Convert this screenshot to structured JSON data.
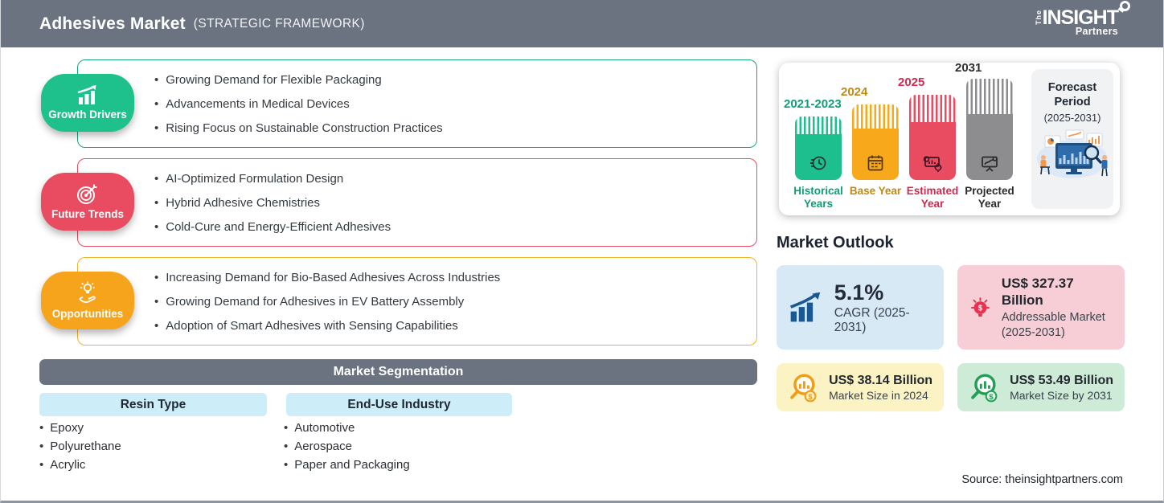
{
  "header": {
    "title": "Adhesives Market",
    "subtitle": "(STRATEGIC FRAMEWORK)",
    "logo": {
      "the": "The",
      "insight": "INSIGHT",
      "partners": "Partners"
    }
  },
  "framework": {
    "sections": [
      {
        "label": "Growth Drivers",
        "accent": "#1ec18c",
        "border": "#17a57d",
        "items": [
          "Growing Demand for Flexible Packaging",
          "Advancements in Medical Devices",
          "Rising Focus on Sustainable Construction Practices"
        ]
      },
      {
        "label": "Future Trends",
        "accent": "#e94b60",
        "border": "#e94b60",
        "items": [
          "AI-Optimized Formulation Design",
          "Hybrid Adhesive Chemistries",
          "Cold-Cure and Energy-Efficient Adhesives"
        ]
      },
      {
        "label": "Opportunities",
        "accent": "#f7a41d",
        "border": "#f2b32c",
        "items": [
          "Increasing Demand for Bio-Based Adhesives Across Industries",
          "Growing Demand for Adhesives in EV Battery Assembly",
          "Adoption of Smart Adhesives with Sensing Capabilities"
        ]
      }
    ]
  },
  "segmentation": {
    "title": "Market Segmentation",
    "columns": [
      {
        "header": "Resin Type",
        "items": [
          "Epoxy",
          "Polyurethane",
          "Acrylic"
        ]
      },
      {
        "header": "End-Use Industry",
        "items": [
          "Automotive",
          "Aerospace",
          "Paper and Packaging"
        ]
      }
    ]
  },
  "timeline": {
    "bars": [
      {
        "year": "2021-2023",
        "label": "Historical Years",
        "color": "#1ebf8e",
        "label_color": "#0f9e77"
      },
      {
        "year": "2024",
        "label": "Base Year",
        "color": "#f8a81b",
        "label_color": "#c28812"
      },
      {
        "year": "2025",
        "label": "Estimated Year",
        "color": "#e94b60",
        "label_color": "#d12a4e"
      },
      {
        "year": "2031",
        "label": "Projected Year",
        "color": "#8d8d90",
        "label_color": "#2b2b2b"
      }
    ],
    "forecast": {
      "title": "Forecast Period",
      "range": "(2025-2031)"
    }
  },
  "outlook": {
    "title": "Market Outlook",
    "cards": [
      {
        "value": "5.1%",
        "label": "CAGR (2025-2031)",
        "bg": "#d6e9f5",
        "icon_color": "#1a5795"
      },
      {
        "value": "US$ 327.37 Billion",
        "label": "Addressable Market (2025-2031)",
        "bg": "#f8ced6",
        "icon_color": "#e8314f"
      },
      {
        "value": "US$ 38.14 Billion",
        "label": "Market Size in 2024",
        "bg": "#fbf3c3",
        "icon_color": "#f09c16"
      },
      {
        "value": "US$ 53.49 Billion",
        "label": "Market Size by 2031",
        "bg": "#cdebd6",
        "icon_color": "#1fa055"
      }
    ]
  },
  "source": "Source: theinsightpartners.com"
}
